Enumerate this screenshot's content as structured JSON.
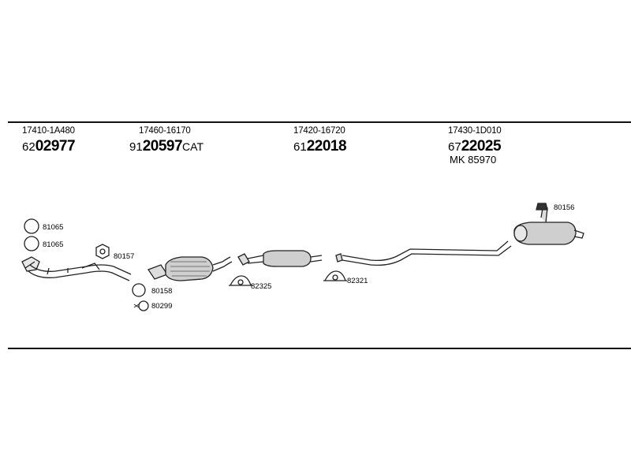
{
  "sections": [
    {
      "oem": "17410-1A480",
      "code_prefix": "62",
      "code_main": "02977",
      "code_suffix": ""
    },
    {
      "oem": "17460-16170",
      "code_prefix": "91",
      "code_main": "20597",
      "code_suffix": "CAT"
    },
    {
      "oem": "17420-16720",
      "code_prefix": "61",
      "code_main": "22018",
      "code_suffix": ""
    },
    {
      "oem": "17430-1D010",
      "code_prefix": "67",
      "code_main": "22025",
      "code_suffix": ""
    }
  ],
  "mounting_kit": "MK  85970",
  "parts": {
    "ring_1": "81065",
    "ring_2": "81065",
    "gasket_front": "80157",
    "ring_cat": "80158",
    "spring_cat": "80299",
    "clamp_mid": "82325",
    "clamp_rear": "82321",
    "hanger_rear": "80156"
  }
}
